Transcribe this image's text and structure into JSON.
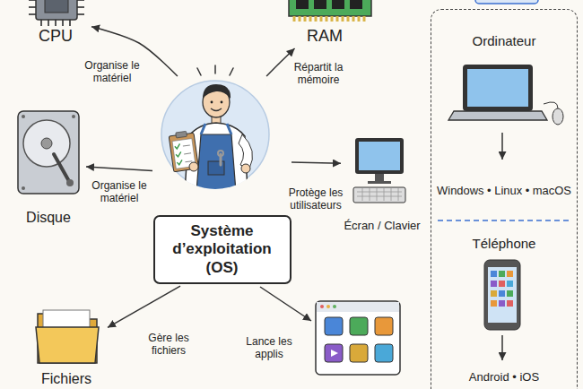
{
  "diagram": {
    "nodes": [
      {
        "text": [
          "CPU"
        ]
      },
      {
        "text": [
          "RAM"
        ]
      },
      {
        "text": [
          "Disque"
        ]
      },
      {
        "text": [
          "Système d’exploitation (OS)"
        ]
      },
      {
        "text": [
          "Écran / Clavier"
        ]
      },
      {
        "text": [
          "Fichiers"
        ]
      },
      {
        "text": [
          "Ordinateur",
          "Windows • Linux • macOS",
          "Téléphone",
          "Android • iOS"
        ]
      }
    ],
    "edges": [
      {
        "from": 3,
        "to": 0,
        "label": "Organise le matériel",
        "arrow": "to"
      },
      {
        "from": 3,
        "to": 1,
        "label": "Répartit la mémoire",
        "arrow": "to"
      },
      {
        "from": 3,
        "to": 2,
        "label": "Organise le matériel",
        "arrow": "to"
      },
      {
        "from": 3,
        "to": 4,
        "label": "Protège les utilisateurs",
        "arrow": "to"
      },
      {
        "from": 3,
        "to": 5,
        "label": "Gère les fichiers",
        "arrow": "to"
      }
    ],
    "labels": [
      "Lance les applis"
    ]
  }
}
